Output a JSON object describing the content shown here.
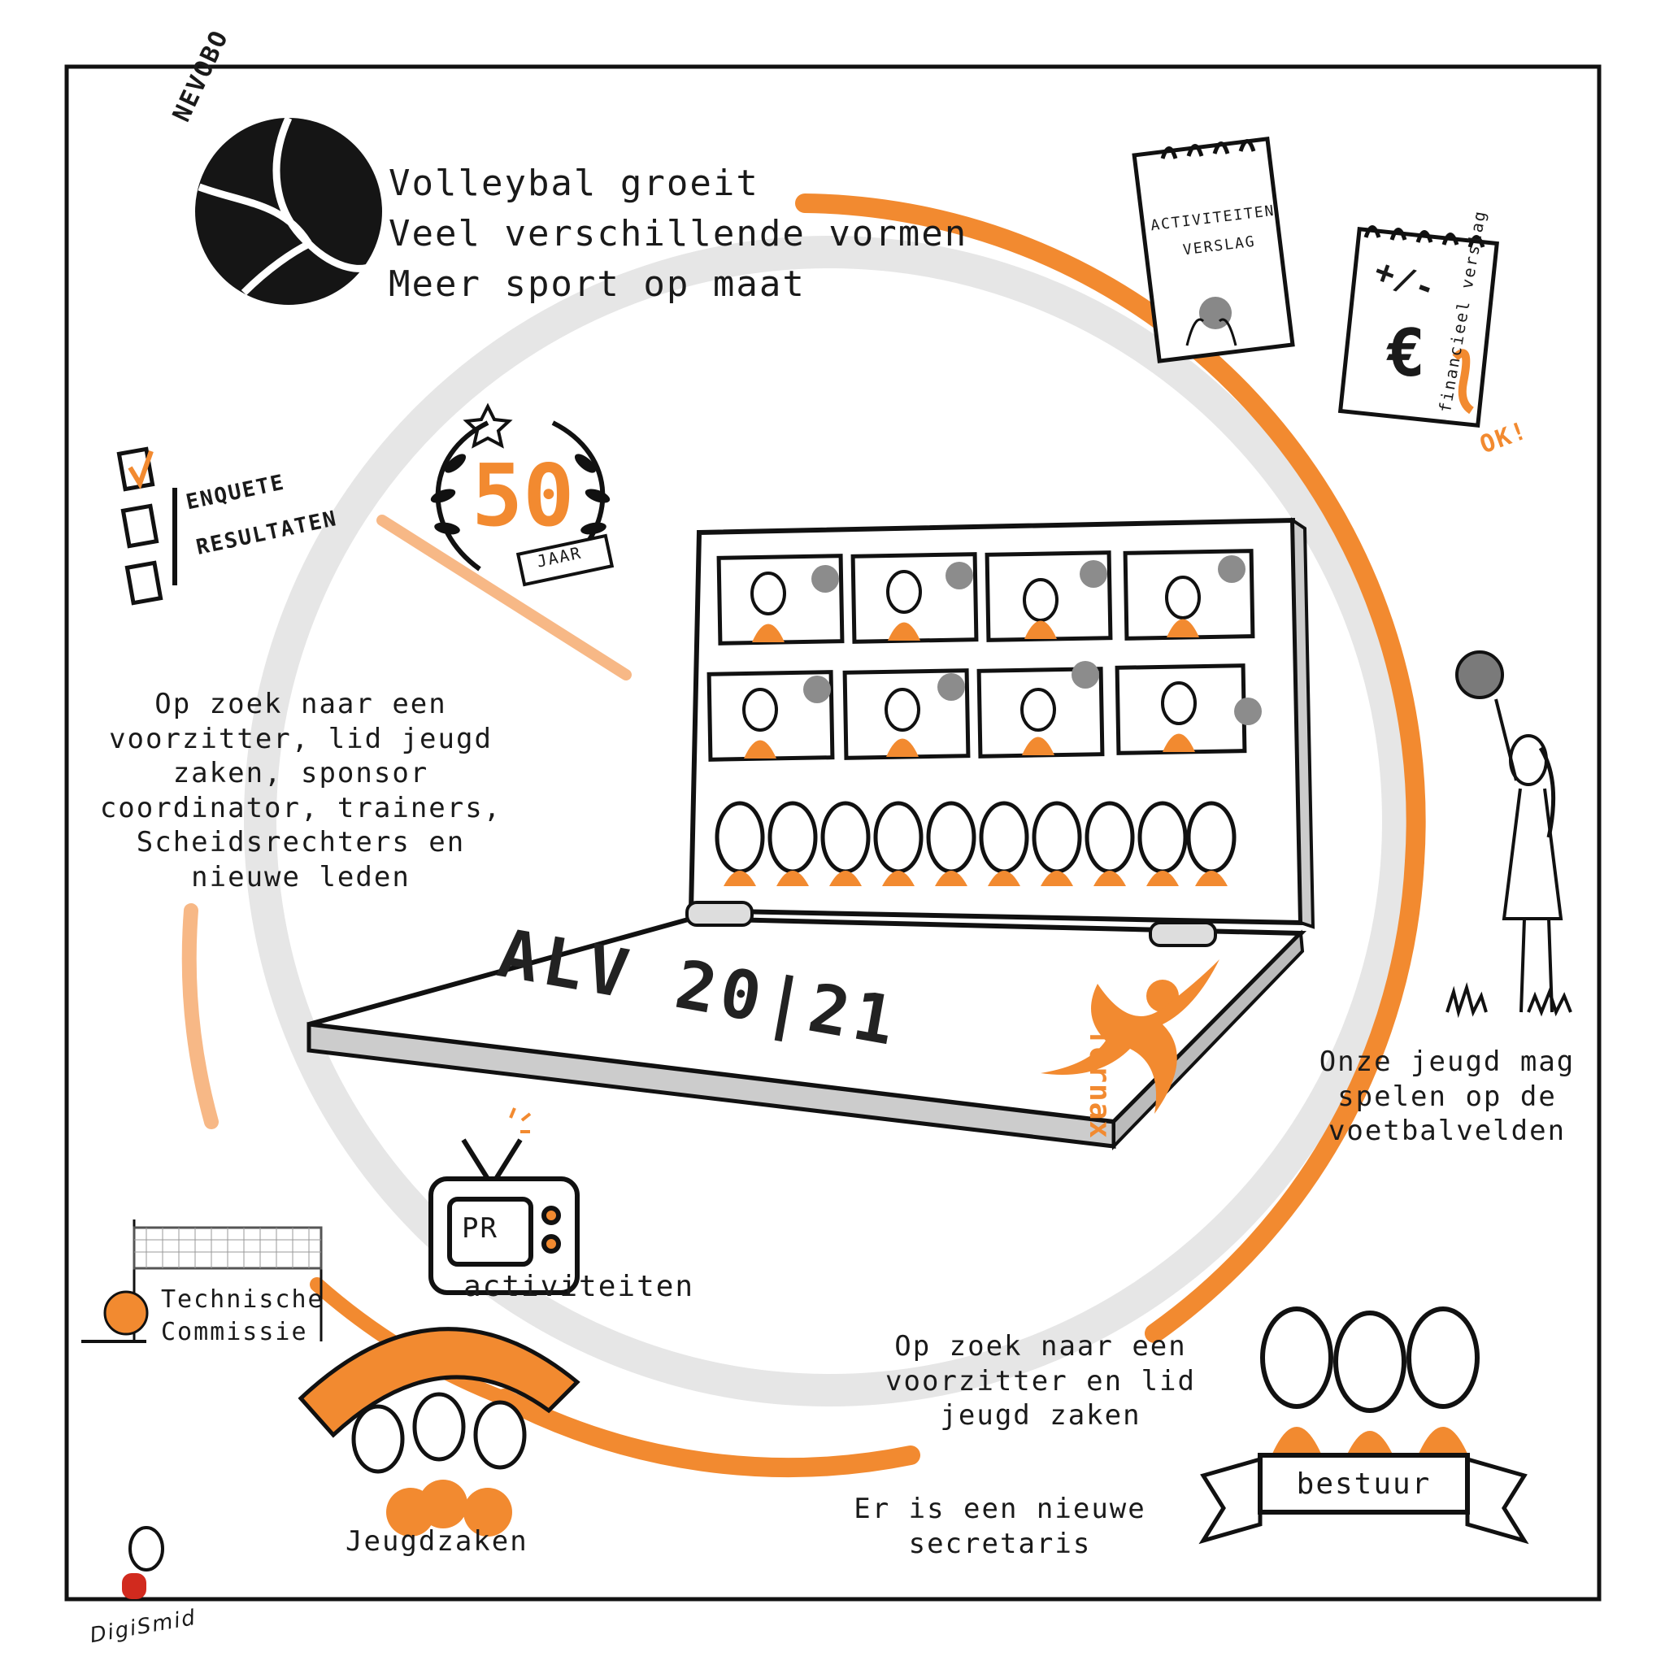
{
  "brand": {
    "nevobo": "NEVOBO",
    "tornax": "Tornax",
    "artist": "DigiSmid",
    "orange": "#f28a30",
    "gray": "#d9d9d9"
  },
  "headline": {
    "line1": "Volleybal groeit",
    "line2": "Veel verschillende vormen",
    "line3": "Meer sport op maat"
  },
  "reports": {
    "activity_report_line1": "ACTIVITEITEN",
    "activity_report_line2": "VERSLAG",
    "finance_symbol_top": "+/-",
    "finance_symbol": "€",
    "finance_label": "financieel verslag",
    "finance_ok": "OK!"
  },
  "anniversary": {
    "number": "50",
    "unit": "JAAR"
  },
  "survey": {
    "line1": "ENQUETE",
    "line2": "RESULTATEN"
  },
  "vacancies_left": {
    "lines": [
      "Op zoek naar een",
      "voorzitter, lid jeugd",
      "zaken, sponsor",
      "coordinator, trainers,",
      "Scheidsrechters en",
      "nieuwe leden"
    ]
  },
  "laptop": {
    "title": "ALV 20|21"
  },
  "youth_fields": {
    "lines": [
      "Onze jeugd mag",
      "spelen op de",
      "voetbalvelden"
    ]
  },
  "pr": {
    "tv_label": "PR",
    "caption": "activiteiten"
  },
  "technical": {
    "line1": "Technische",
    "line2": "Commissie"
  },
  "youth_affairs": {
    "caption": "Jeugdzaken"
  },
  "board": {
    "vacancy_lines": [
      "Op zoek naar een",
      "voorzitter en lid",
      "jeugd zaken"
    ],
    "secretary_lines": [
      "Er is een nieuwe",
      "secretaris"
    ],
    "banner": "bestuur"
  }
}
